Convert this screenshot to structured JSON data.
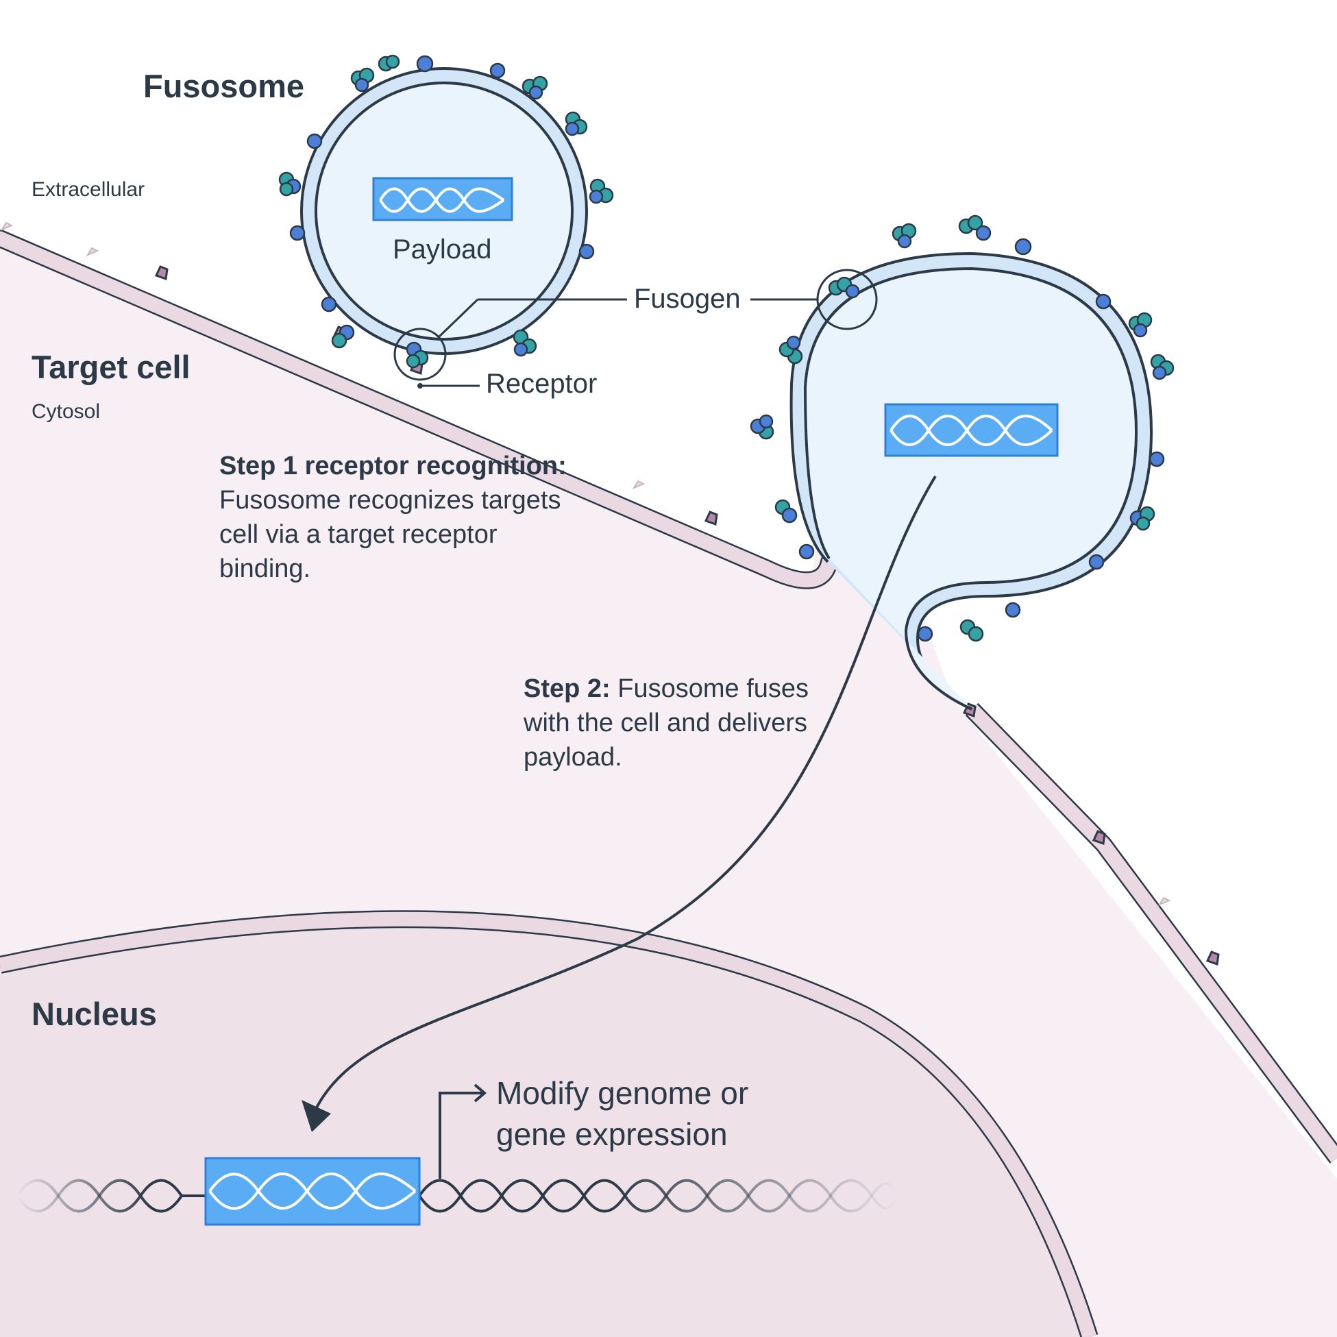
{
  "labels": {
    "fusosome": "Fusosome",
    "extracellular": "Extracellular",
    "target_cell": "Target cell",
    "cytosol": "Cytosol",
    "payload": "Payload",
    "fusogen": "Fusogen",
    "receptor": "Receptor",
    "nucleus": "Nucleus"
  },
  "step1": {
    "heading": "Step 1 receptor recognition:",
    "text": " Fusosome recognizes targets cell via a target receptor binding."
  },
  "step2": {
    "heading": "Step 2:",
    "text": " Fusosome fuses with the cell and delivers payload."
  },
  "outcome": "Modify genome or gene expression",
  "colors": {
    "text": "#2c3a47",
    "outline": "#2c3a47",
    "cell_fill": "#f7eff4",
    "membrane_fill": "#ead8e2",
    "nucleus_fill": "#eee1e8",
    "vesicle_fill": "#eaf4fc",
    "vesicle_membrane": "#d3e6f7",
    "payload_blue": "#5aacf4",
    "fusogen_blue": "#4b7fd8",
    "fusogen_teal": "#34a3a6",
    "receptor_pink": "#b58aa8"
  }
}
